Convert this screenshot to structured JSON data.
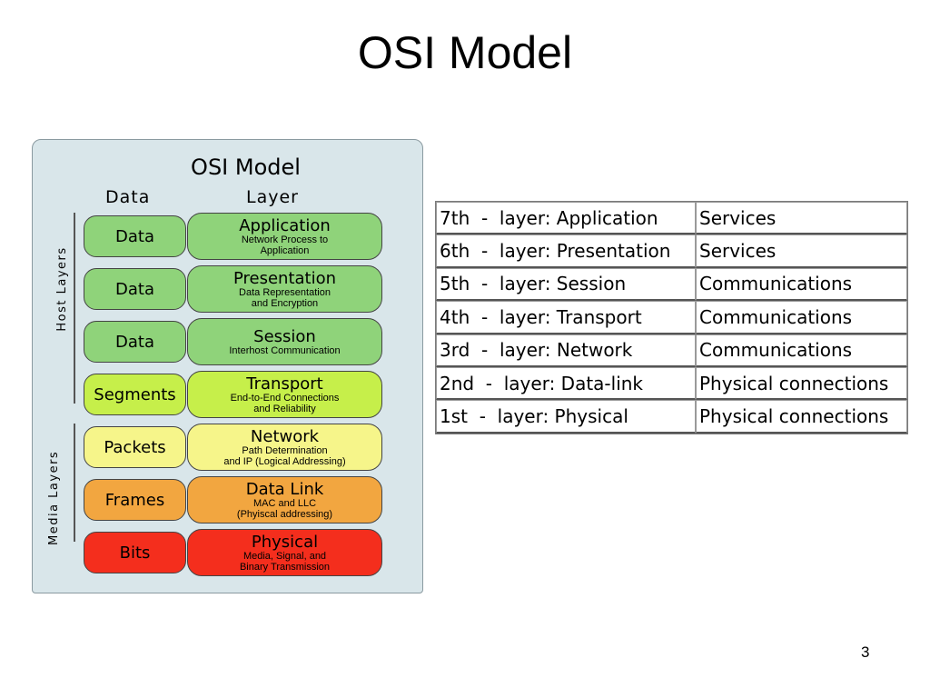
{
  "slide": {
    "title": "OSI Model",
    "page_number": "3"
  },
  "diagram": {
    "title": "OSI Model",
    "col_data": "Data",
    "col_layer": "Layer",
    "host_label": "Host Layers",
    "media_label": "Media Layers",
    "rows": [
      {
        "data": "Data",
        "name": "Application",
        "desc1": "Network Process to",
        "desc2": "Application",
        "color": "#8fd37a"
      },
      {
        "data": "Data",
        "name": "Presentation",
        "desc1": "Data Representation",
        "desc2": "and Encryption",
        "color": "#8fd37a"
      },
      {
        "data": "Data",
        "name": "Session",
        "desc1": "Interhost Communication",
        "desc2": "",
        "color": "#8fd37a"
      },
      {
        "data": "Segments",
        "name": "Transport",
        "desc1": "End-to-End Connections",
        "desc2": "and Reliability",
        "color": "#c6ef4a"
      },
      {
        "data": "Packets",
        "name": "Network",
        "desc1": "Path Determination",
        "desc2": "and IP (Logical Addressing)",
        "color": "#f6f58a"
      },
      {
        "data": "Frames",
        "name": "Data Link",
        "desc1": "MAC and LLC",
        "desc2": "(Phyiscal addressing)",
        "color": "#f2a640"
      },
      {
        "data": "Bits",
        "name": "Physical",
        "desc1": "Media, Signal, and",
        "desc2": "Binary Transmission",
        "color": "#f42e1d"
      }
    ]
  },
  "table": {
    "rows": [
      {
        "layer": "7th  -  layer: Application",
        "role": "Services"
      },
      {
        "layer": "6th  -  layer: Presentation",
        "role": "Services"
      },
      {
        "layer": "5th  -  layer: Session",
        "role": "Communications"
      },
      {
        "layer": "4th  -  layer: Transport",
        "role": "Communications"
      },
      {
        "layer": "3rd  -  layer: Network",
        "role": "Communications"
      },
      {
        "layer": "2nd  -  layer: Data-link",
        "role": "Physical connections"
      },
      {
        "layer": "1st  -  layer: Physical",
        "role": "Physical connections"
      }
    ]
  }
}
